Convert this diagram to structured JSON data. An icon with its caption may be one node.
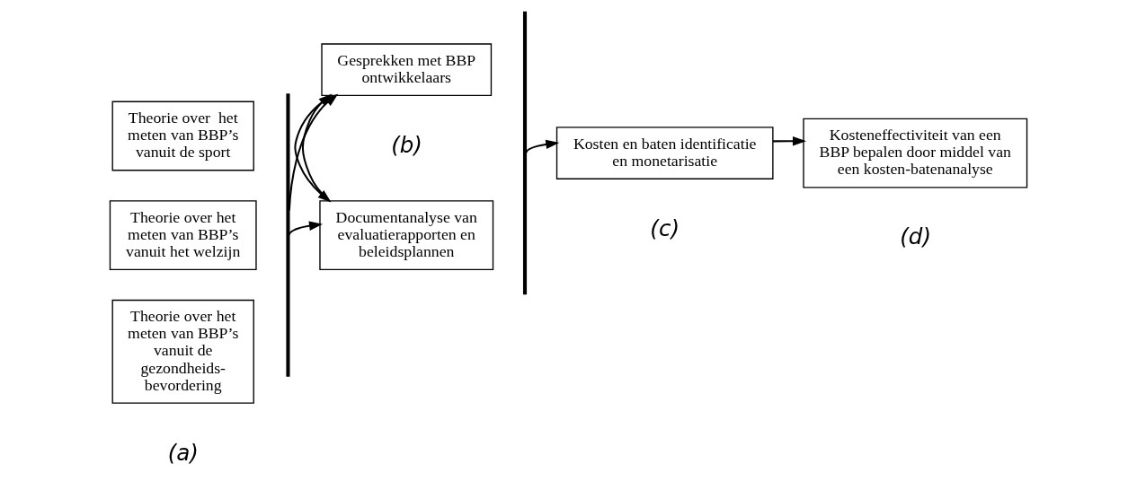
{
  "diagram": {
    "nodes": [
      {
        "text": [
          "Theorie over  het meten van BBP’s vanuit de sport"
        ]
      },
      {
        "text": [
          "Theorie over het meten van BBP’s vanuit het welzijn"
        ]
      },
      {
        "text": [
          "Theorie over het meten van BBP’s vanuit de gezondheids- bevordering"
        ]
      },
      {
        "text": [],
        "shape": "bar"
      },
      {
        "text": [
          "Documentanalyse van evaluatierapporten en beleidsplannen"
        ]
      },
      {
        "text": [
          "Gesprekken met BBP ontwikkelaars"
        ]
      },
      {
        "text": [],
        "shape": "bar"
      },
      {
        "text": [
          "Kosten en baten identificatie en monetarisatie"
        ]
      },
      {
        "text": [
          "Kosteneffectiviteit van een BBP bepalen door middel van een kosten-batenanalyse"
        ]
      }
    ],
    "edges": [
      {
        "from": 3,
        "to": 4,
        "arrow": "to"
      },
      {
        "from": 3,
        "to": 5,
        "arrow": "to"
      },
      {
        "from": 4,
        "to": 5,
        "arrow": "to"
      },
      {
        "from": 5,
        "to": 4,
        "arrow": "to"
      },
      {
        "from": 6,
        "to": 7,
        "arrow": "to"
      },
      {
        "from": 7,
        "to": 8,
        "arrow": "to"
      }
    ],
    "labels": [
      "(a)",
      "(b)",
      "(c)",
      "(d)"
    ]
  }
}
